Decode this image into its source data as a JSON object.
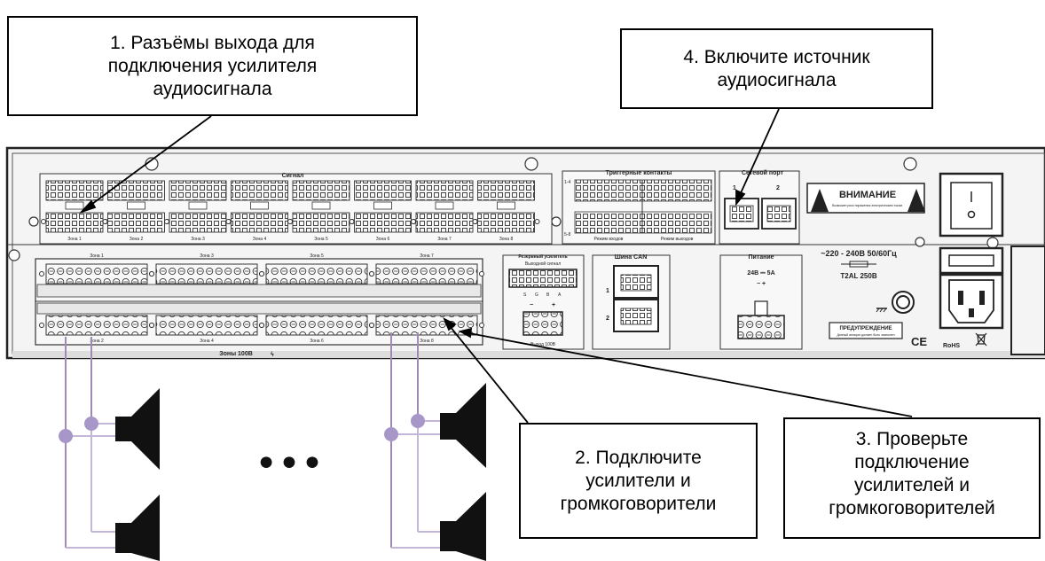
{
  "callouts": {
    "c1": "1. Разъёмы выхода для\nподключения усилителя\nаудиосигнала",
    "c2": "2. Подключите\nусилители и\nгромкоговорители",
    "c3": "3. Проверьте\nподключение\nусилителей и\nгромкоговорителей",
    "c4": "4. Включите источник\nаудиосигнала"
  },
  "panel": {
    "signal_header": "Сигнал",
    "input_zones": [
      "Зона 1",
      "Зона 2",
      "Зона 3",
      "Зона 4",
      "Зона 5",
      "Зона 6",
      "Зона 7",
      "Зона 8"
    ],
    "trigger_header": "Триггерные контакты",
    "trigger_rows": [
      "1-4",
      "5-8"
    ],
    "trigger_mode_in": "Режим входов",
    "trigger_mode_out": "Режим выходов",
    "network_header": "Сетевой порт",
    "network_ports": [
      "1",
      "2"
    ],
    "warning_title": "ВНИМАНИЕ",
    "warning_text": "Возможен риск поражения электрическим током.",
    "power_rating": "~220 - 240В 50/60Гц",
    "fuse": "T2AL 250В",
    "top_zones": [
      "Зона 1",
      "Зона 3",
      "Зона 5",
      "Зона 7"
    ],
    "bottom_zones": [
      "Зона 2",
      "Зона 4",
      "Зона 6",
      "Зона 8"
    ],
    "zones_100v": "Зоны 100В",
    "reserve_header": "Резервный усилитель",
    "reserve_output": "Выходной сигнал",
    "reserve_pins": [
      "S",
      "G",
      "B",
      "A"
    ],
    "reserve_100v": "Выход 100В",
    "can_header": "Шина CAN",
    "can_ports": [
      "1",
      "2"
    ],
    "power_header": "Питание",
    "power_dc": "24В ⎓ 5А",
    "power_pm": "−   +",
    "precaution_title": "ПРЕДУПРЕЖДЕНИЕ",
    "precaution_text": "Данный аппарат должен быть заземлен",
    "ce": "CE",
    "rohs": "RoHS"
  },
  "speakers": {
    "ellipsis": "•••"
  },
  "colors": {
    "wire": "#a08ab8",
    "dot": "#a797c8",
    "panel": "#f2f2f2",
    "ink": "#222222"
  }
}
